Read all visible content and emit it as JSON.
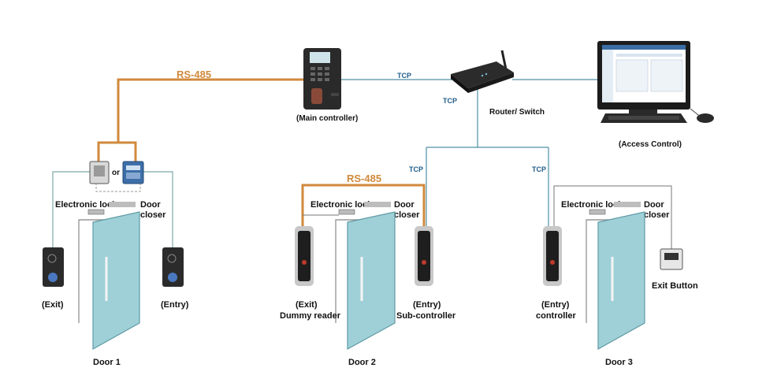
{
  "colors": {
    "rs485": "#d08a3c",
    "tcp_line": "#4f8fa6",
    "tcp_text": "#1f5d8a",
    "thin_line": "#7fa8a8",
    "door_glass": "#9fd0d8",
    "label": "#111111"
  },
  "links": {
    "rs485_top": "RS-485",
    "rs485_door2": "RS-485",
    "tcp_main": "TCP",
    "tcp_router": "TCP",
    "tcp_door2": "TCP",
    "tcp_door3": "TCP"
  },
  "devices": {
    "main_controller": "(Main controller)",
    "router": "Router/ Switch",
    "access_control": "(Access Control)",
    "or_text": "or"
  },
  "door1": {
    "lock": "Electronic lock",
    "closer_line1": "Door",
    "closer_line2": "closer",
    "exit": "(Exit)",
    "entry": "(Entry)",
    "name": "Door 1"
  },
  "door2": {
    "lock": "Electronic lock",
    "closer_line1": "Door",
    "closer_line2": "closer",
    "exit_line1": "(Exit)",
    "exit_line2": "Dummy reader",
    "entry_line1": "(Entry)",
    "entry_line2": "Sub-controller",
    "name": "Door 2"
  },
  "door3": {
    "lock": "Electronic lock",
    "closer_line1": "Door",
    "closer_line2": "closer",
    "entry_line1": "(Entry)",
    "entry_line2": "controller",
    "exit_button": "Exit Button",
    "name": "Door 3"
  }
}
